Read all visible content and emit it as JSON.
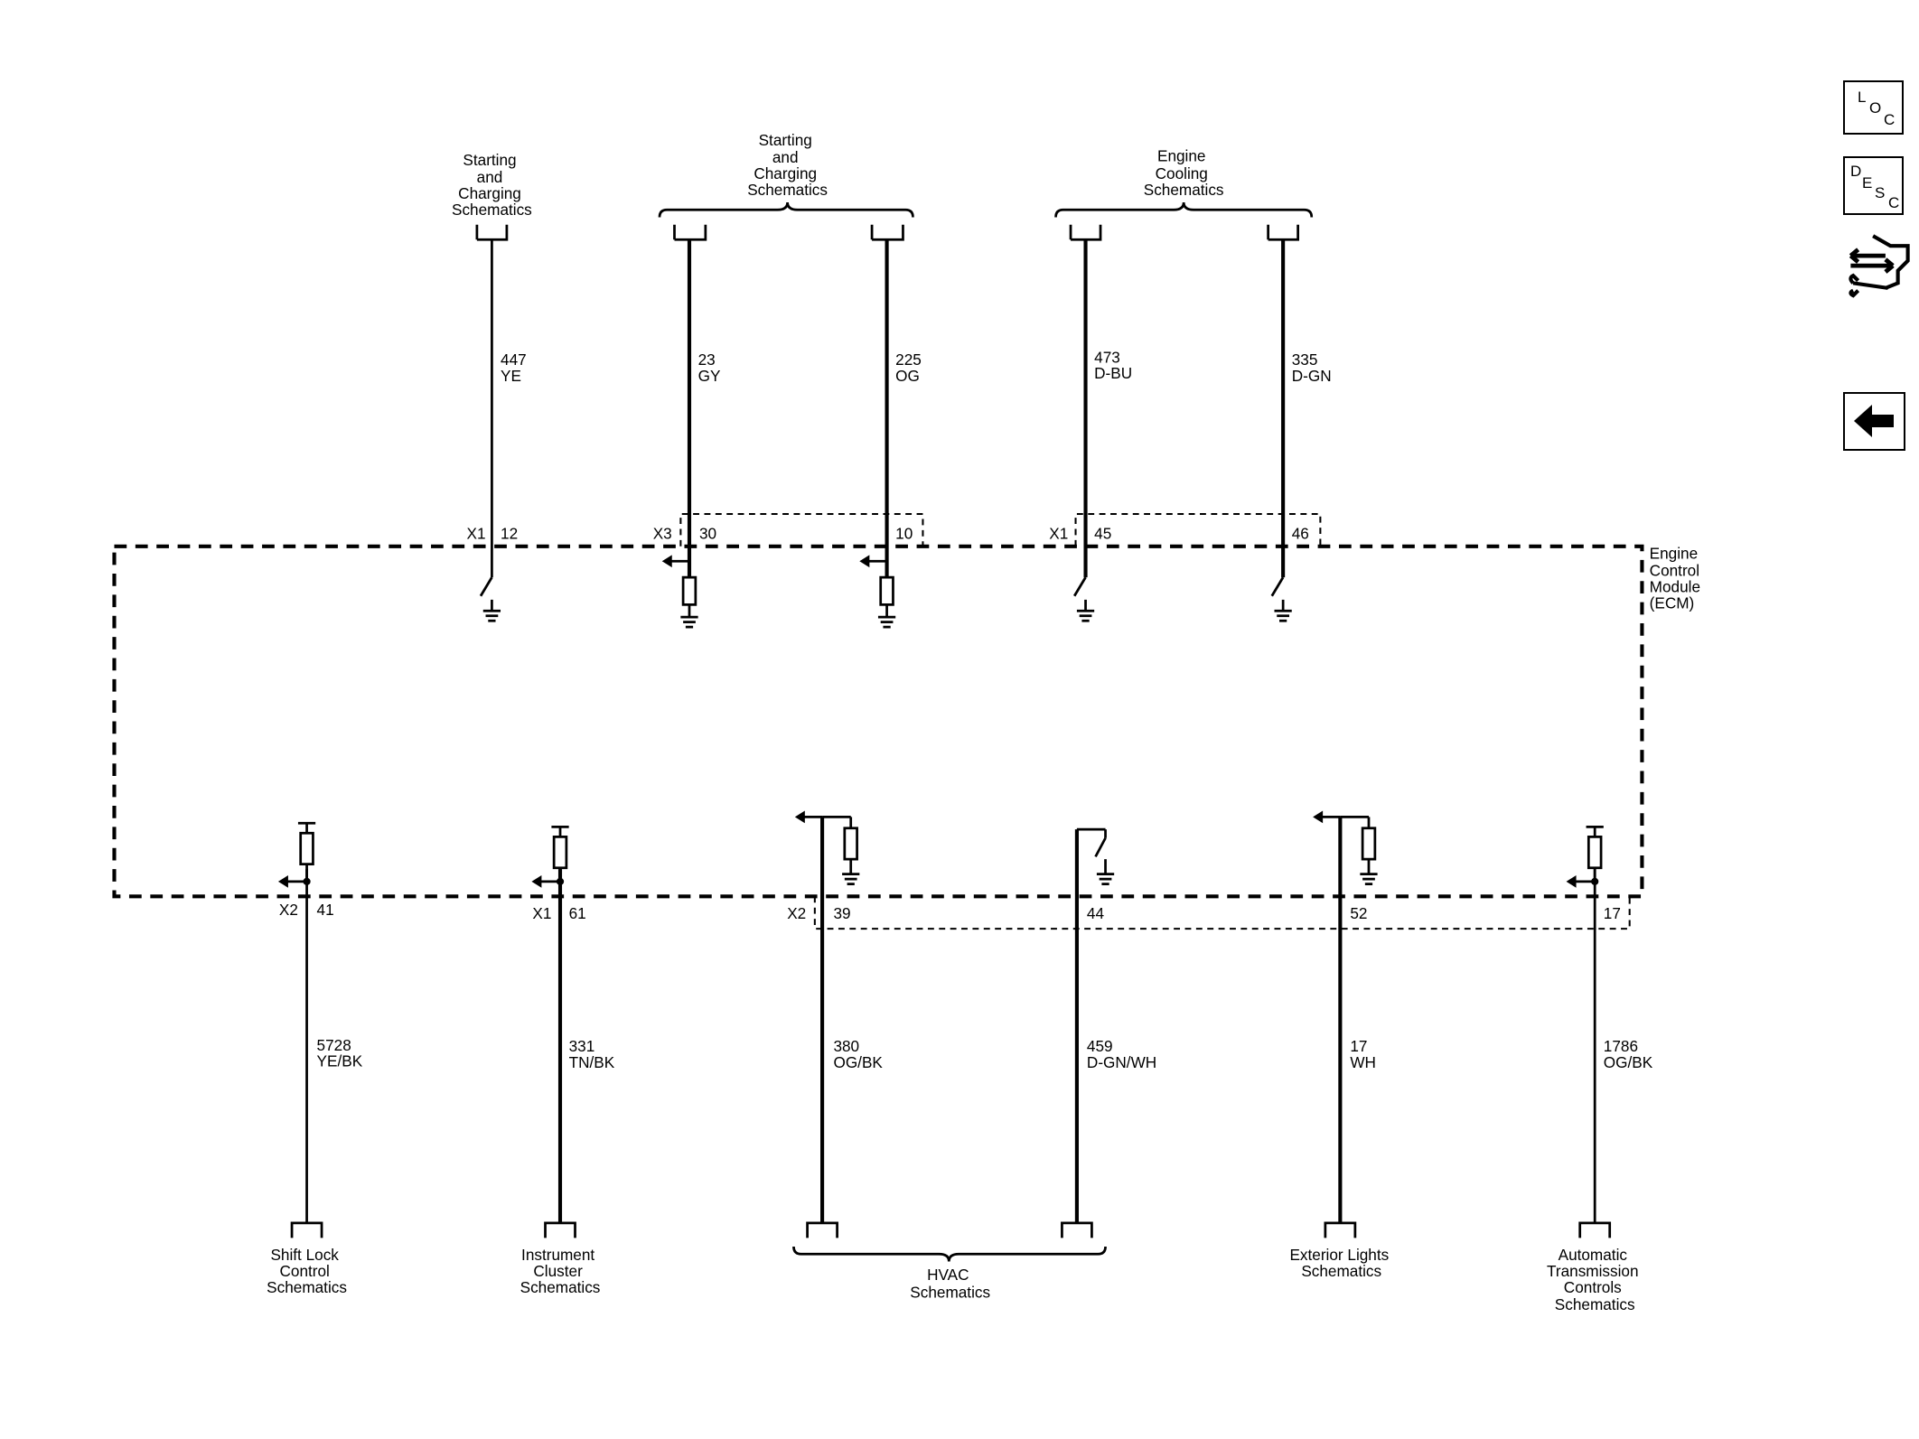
{
  "ecm_label": [
    "Engine",
    "Control",
    "Module",
    "(ECM)"
  ],
  "top_groups": [
    [
      "Starting",
      "and",
      "Charging",
      "Schematics"
    ],
    [
      "Starting",
      "and",
      "Charging",
      "Schematics"
    ],
    [
      "Engine",
      "Cooling",
      "Schematics"
    ]
  ],
  "top_wires": [
    {
      "circuit": "447",
      "color": "YE",
      "connector": "X1",
      "pin": "12"
    },
    {
      "circuit": "23",
      "color": "GY",
      "connector": "X3",
      "pin": "30"
    },
    {
      "circuit": "225",
      "color": "OG",
      "connector": "",
      "pin": "10"
    },
    {
      "circuit": "473",
      "color": "D-BU",
      "connector": "X1",
      "pin": "45"
    },
    {
      "circuit": "335",
      "color": "D-GN",
      "connector": "",
      "pin": "46"
    }
  ],
  "bottom_wires": [
    {
      "circuit": "5728",
      "color": "YE/BK",
      "connector": "X2",
      "pin": "41"
    },
    {
      "circuit": "331",
      "color": "TN/BK",
      "connector": "X1",
      "pin": "61"
    },
    {
      "circuit": "380",
      "color": "OG/BK",
      "connector": "X2",
      "pin": "39"
    },
    {
      "circuit": "459",
      "color": "D-GN/WH",
      "connector": "",
      "pin": "44"
    },
    {
      "circuit": "17",
      "color": "WH",
      "connector": "",
      "pin": "52"
    },
    {
      "circuit": "1786",
      "color": "OG/BK",
      "connector": "",
      "pin": "17"
    }
  ],
  "bottom_groups": [
    [
      "Shift Lock",
      "Control",
      "Schematics"
    ],
    [
      "Instrument",
      "Cluster",
      "Schematics"
    ],
    [
      "HVAC",
      "Schematics"
    ],
    [
      "Exterior Lights",
      "Schematics"
    ],
    [
      "Automatic",
      "Transmission",
      "Controls",
      "Schematics"
    ]
  ],
  "side_buttons": {
    "loc": [
      "L",
      "O",
      "C"
    ],
    "desc": [
      "D",
      "E",
      "S",
      "C"
    ],
    "connector_icon": "connector-wrench-icon",
    "back_icon": "back-arrow-icon"
  }
}
